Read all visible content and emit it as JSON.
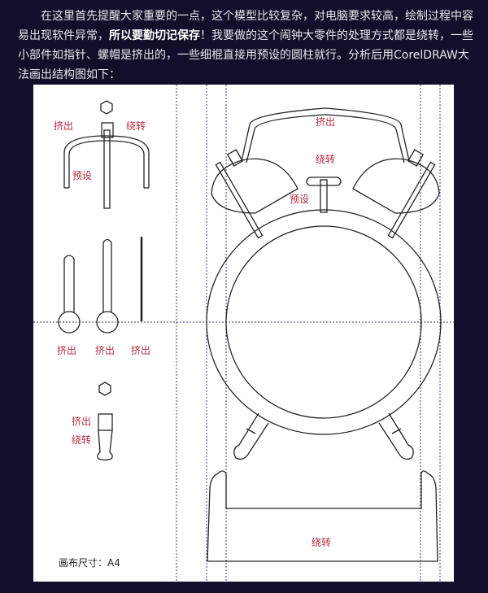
{
  "intro": {
    "part1": "在这里首先提醒大家重要的一点，这个模型比较复杂，对电脑要求较高，绘制过程中容易出现软件异常，",
    "emphasis": "所以要勤切记保存",
    "part2": "！我要做的这个闹钟大零件的处理方式都是绕转，一些小部件如指针、螺帽是挤出的，一些细棍直接用预设的圆柱就行。分析后用CorelDRAW大法画出结构图如下："
  },
  "colors": {
    "page_background": "#120f2a",
    "canvas": "#ffffff",
    "outline": "#222222",
    "guide": "#3a3a7a",
    "label": "#b8283c"
  },
  "labels": {
    "handle_extrude": "挤出",
    "handle_revolve": "绕转",
    "handle_preset": "预设",
    "hand1_extrude": "挤出",
    "hand2_extrude": "挤出",
    "hand3_extrude": "挤出",
    "nut_extrude": "挤出",
    "nut_revolve": "绕转",
    "clock_top_extrude": "挤出",
    "clock_knob_revolve": "绕转",
    "clock_preset": "预设",
    "base_revolve": "绕转"
  },
  "canvas_size": "画布尺寸：A4"
}
